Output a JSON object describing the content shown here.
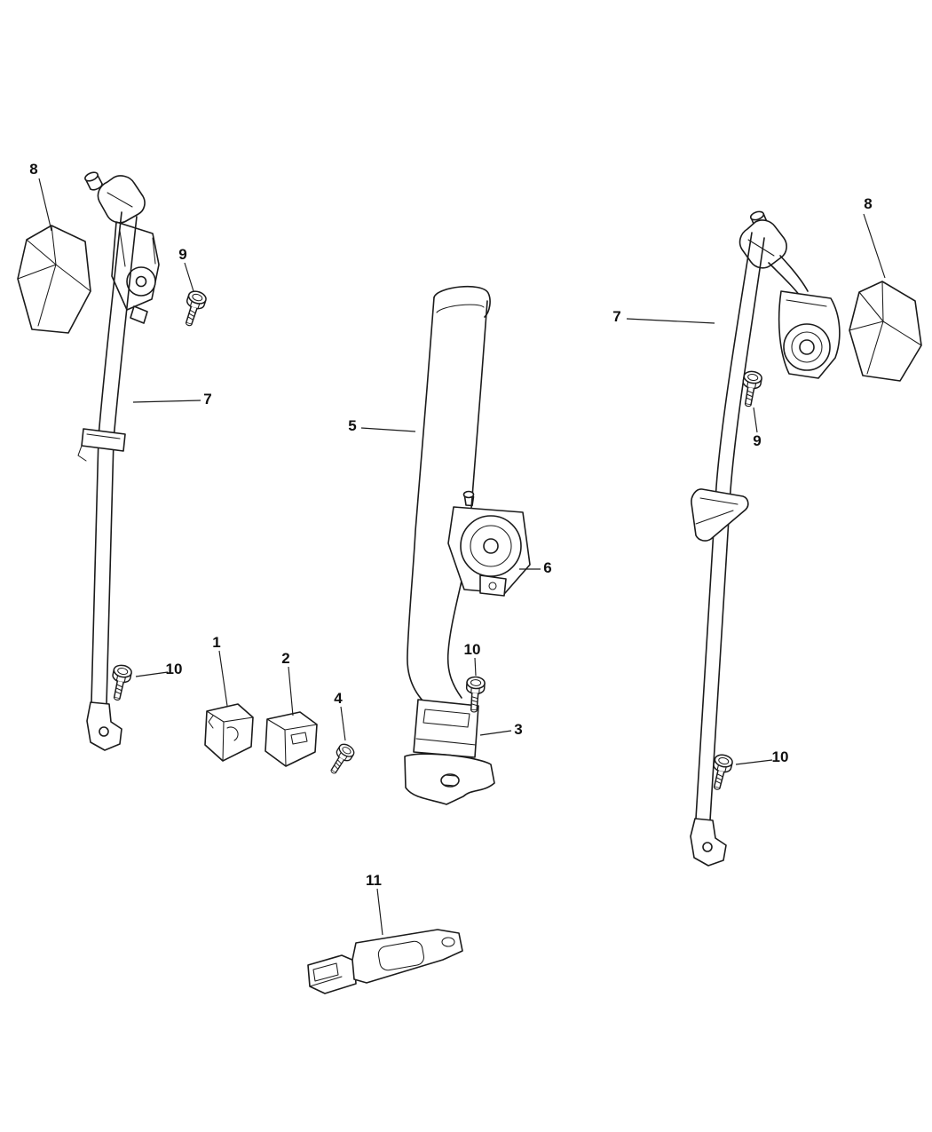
{
  "diagram": {
    "background_color": "#ffffff",
    "line_color": "#1b1b1b",
    "callouts": [
      {
        "id": "callout-1",
        "label": "1"
      },
      {
        "id": "callout-2",
        "label": "2"
      },
      {
        "id": "callout-3",
        "label": "3"
      },
      {
        "id": "callout-4",
        "label": "4"
      },
      {
        "id": "callout-5",
        "label": "5"
      },
      {
        "id": "callout-6",
        "label": "6"
      },
      {
        "id": "callout-7-left",
        "label": "7"
      },
      {
        "id": "callout-7-right",
        "label": "7"
      },
      {
        "id": "callout-8-left",
        "label": "8"
      },
      {
        "id": "callout-8-right",
        "label": "8"
      },
      {
        "id": "callout-9-left",
        "label": "9"
      },
      {
        "id": "callout-9-right",
        "label": "9"
      },
      {
        "id": "callout-10-left",
        "label": "10"
      },
      {
        "id": "callout-10-center",
        "label": "10"
      },
      {
        "id": "callout-10-right",
        "label": "10"
      },
      {
        "id": "callout-11",
        "label": "11"
      }
    ]
  }
}
